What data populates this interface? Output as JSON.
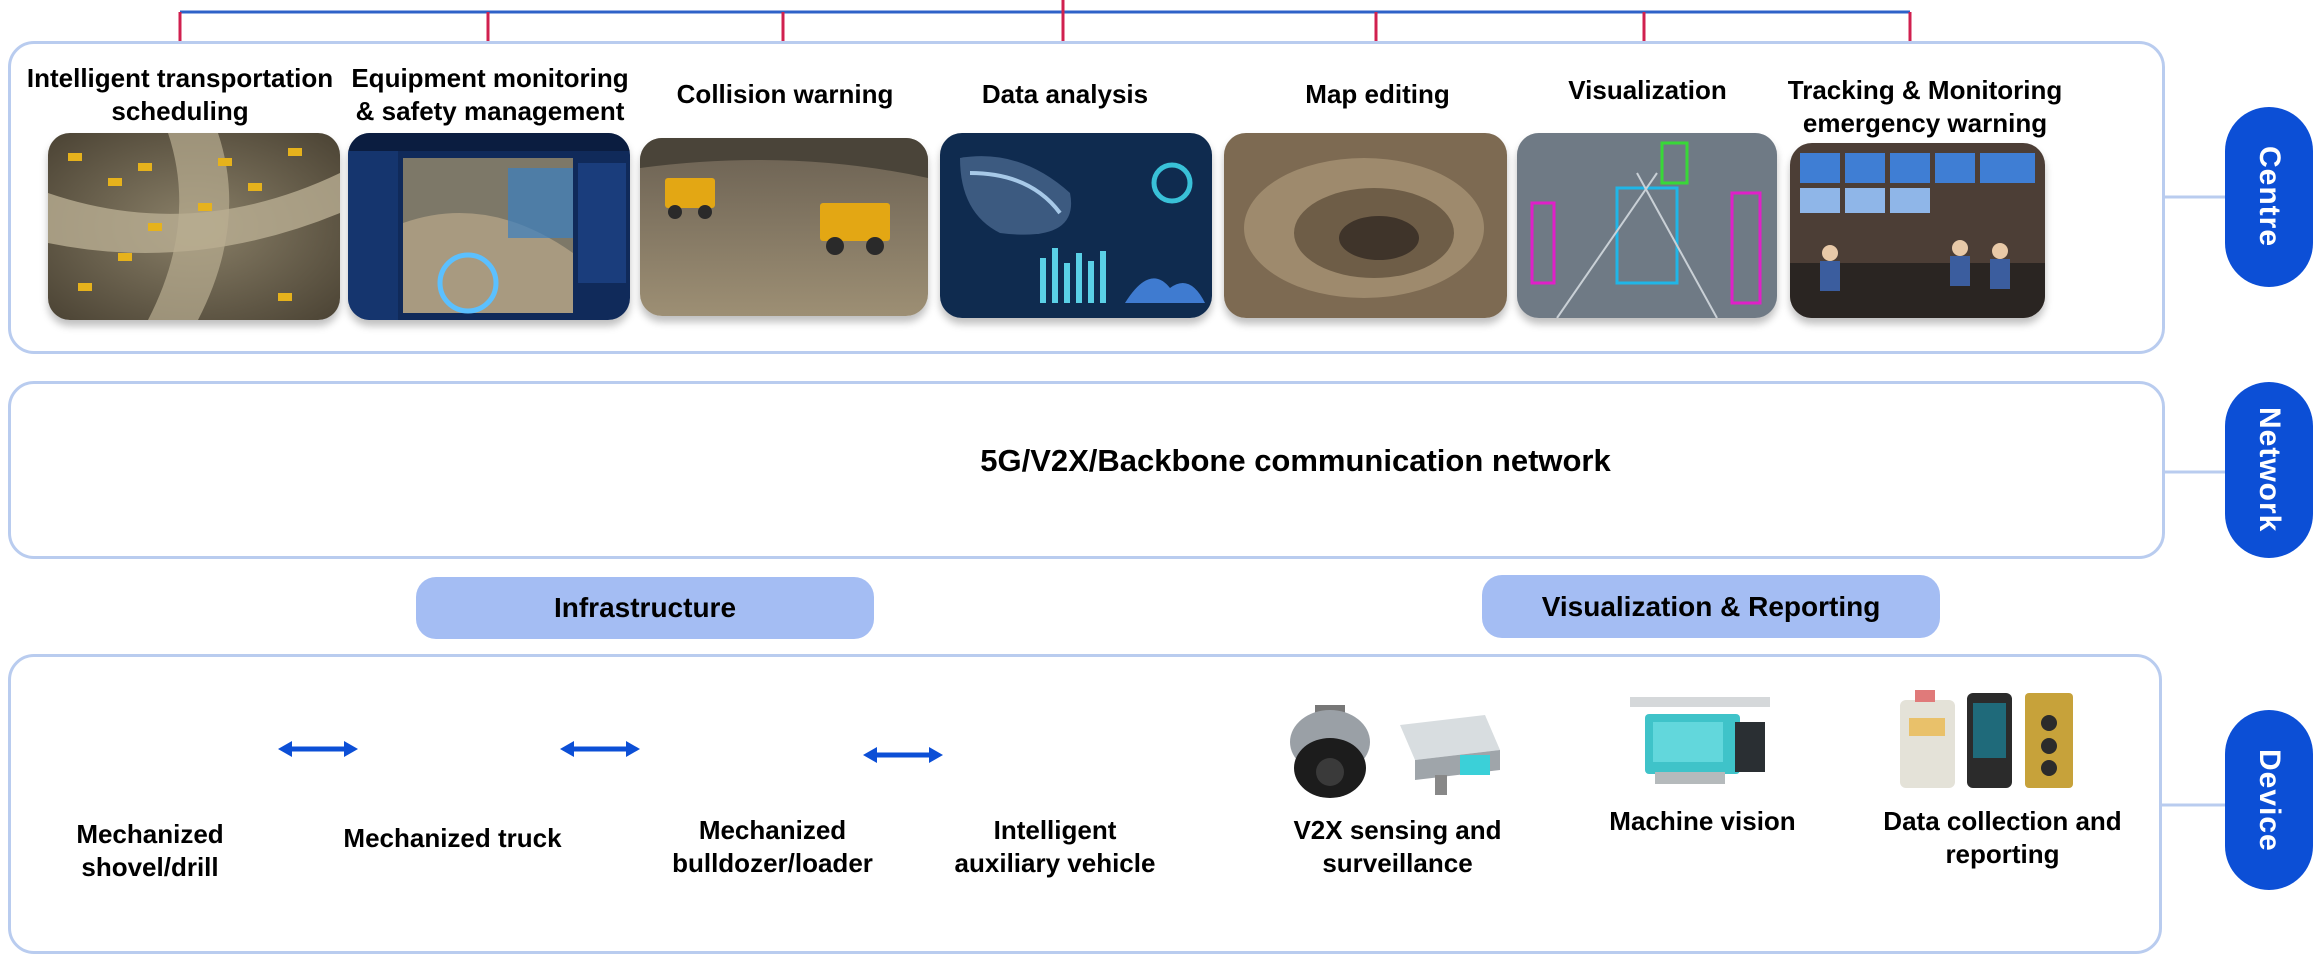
{
  "tiers": {
    "centre": "Centre",
    "network": "Network",
    "device": "Device"
  },
  "centre_items": [
    {
      "label_line1": "Intelligent transportation",
      "label_line2": "scheduling",
      "image": "aerial view of mining trucks at intersection"
    },
    {
      "label_line1": "Equipment monitoring",
      "label_line2": "& safety management",
      "image": "monitoring dashboard screen"
    },
    {
      "label_line1": "Collision warning",
      "label_line2": "",
      "image": "3D dump trucks in mine"
    },
    {
      "label_line1": "Data analysis",
      "label_line2": "",
      "image": "data analysis dashboard"
    },
    {
      "label_line1": "Map editing",
      "label_line2": "",
      "image": "3D open pit mine map"
    },
    {
      "label_line1": "Visualization",
      "label_line2": "",
      "image": "camera view with detection boxes"
    },
    {
      "label_line1": "Tracking & Monitoring",
      "label_line2": "emergency warning",
      "image": "control room with screens"
    }
  ],
  "network_label": "5G/V2X/Backbone communication network",
  "groups": {
    "infrastructure": "Infrastructure",
    "visualization_reporting": "Visualization & Reporting"
  },
  "device_items": [
    {
      "line1": "Mechanized",
      "line2": "shovel/drill"
    },
    {
      "line1": "Mechanized truck",
      "line2": ""
    },
    {
      "line1": "Mechanized",
      "line2": "bulldozer/loader"
    },
    {
      "line1": "Intelligent",
      "line2": "auxiliary vehicle"
    },
    {
      "line1": "V2X sensing and",
      "line2": "surveillance"
    },
    {
      "line1": "Machine vision",
      "line2": ""
    },
    {
      "line1": "Data collection and",
      "line2": "reporting"
    }
  ],
  "colors": {
    "accent": "#0c4fd6",
    "panel_border": "#b9ccef",
    "pill": "#a4bdf3",
    "connector_red": "#d0204f",
    "connector_blue": "#2f62c8"
  }
}
